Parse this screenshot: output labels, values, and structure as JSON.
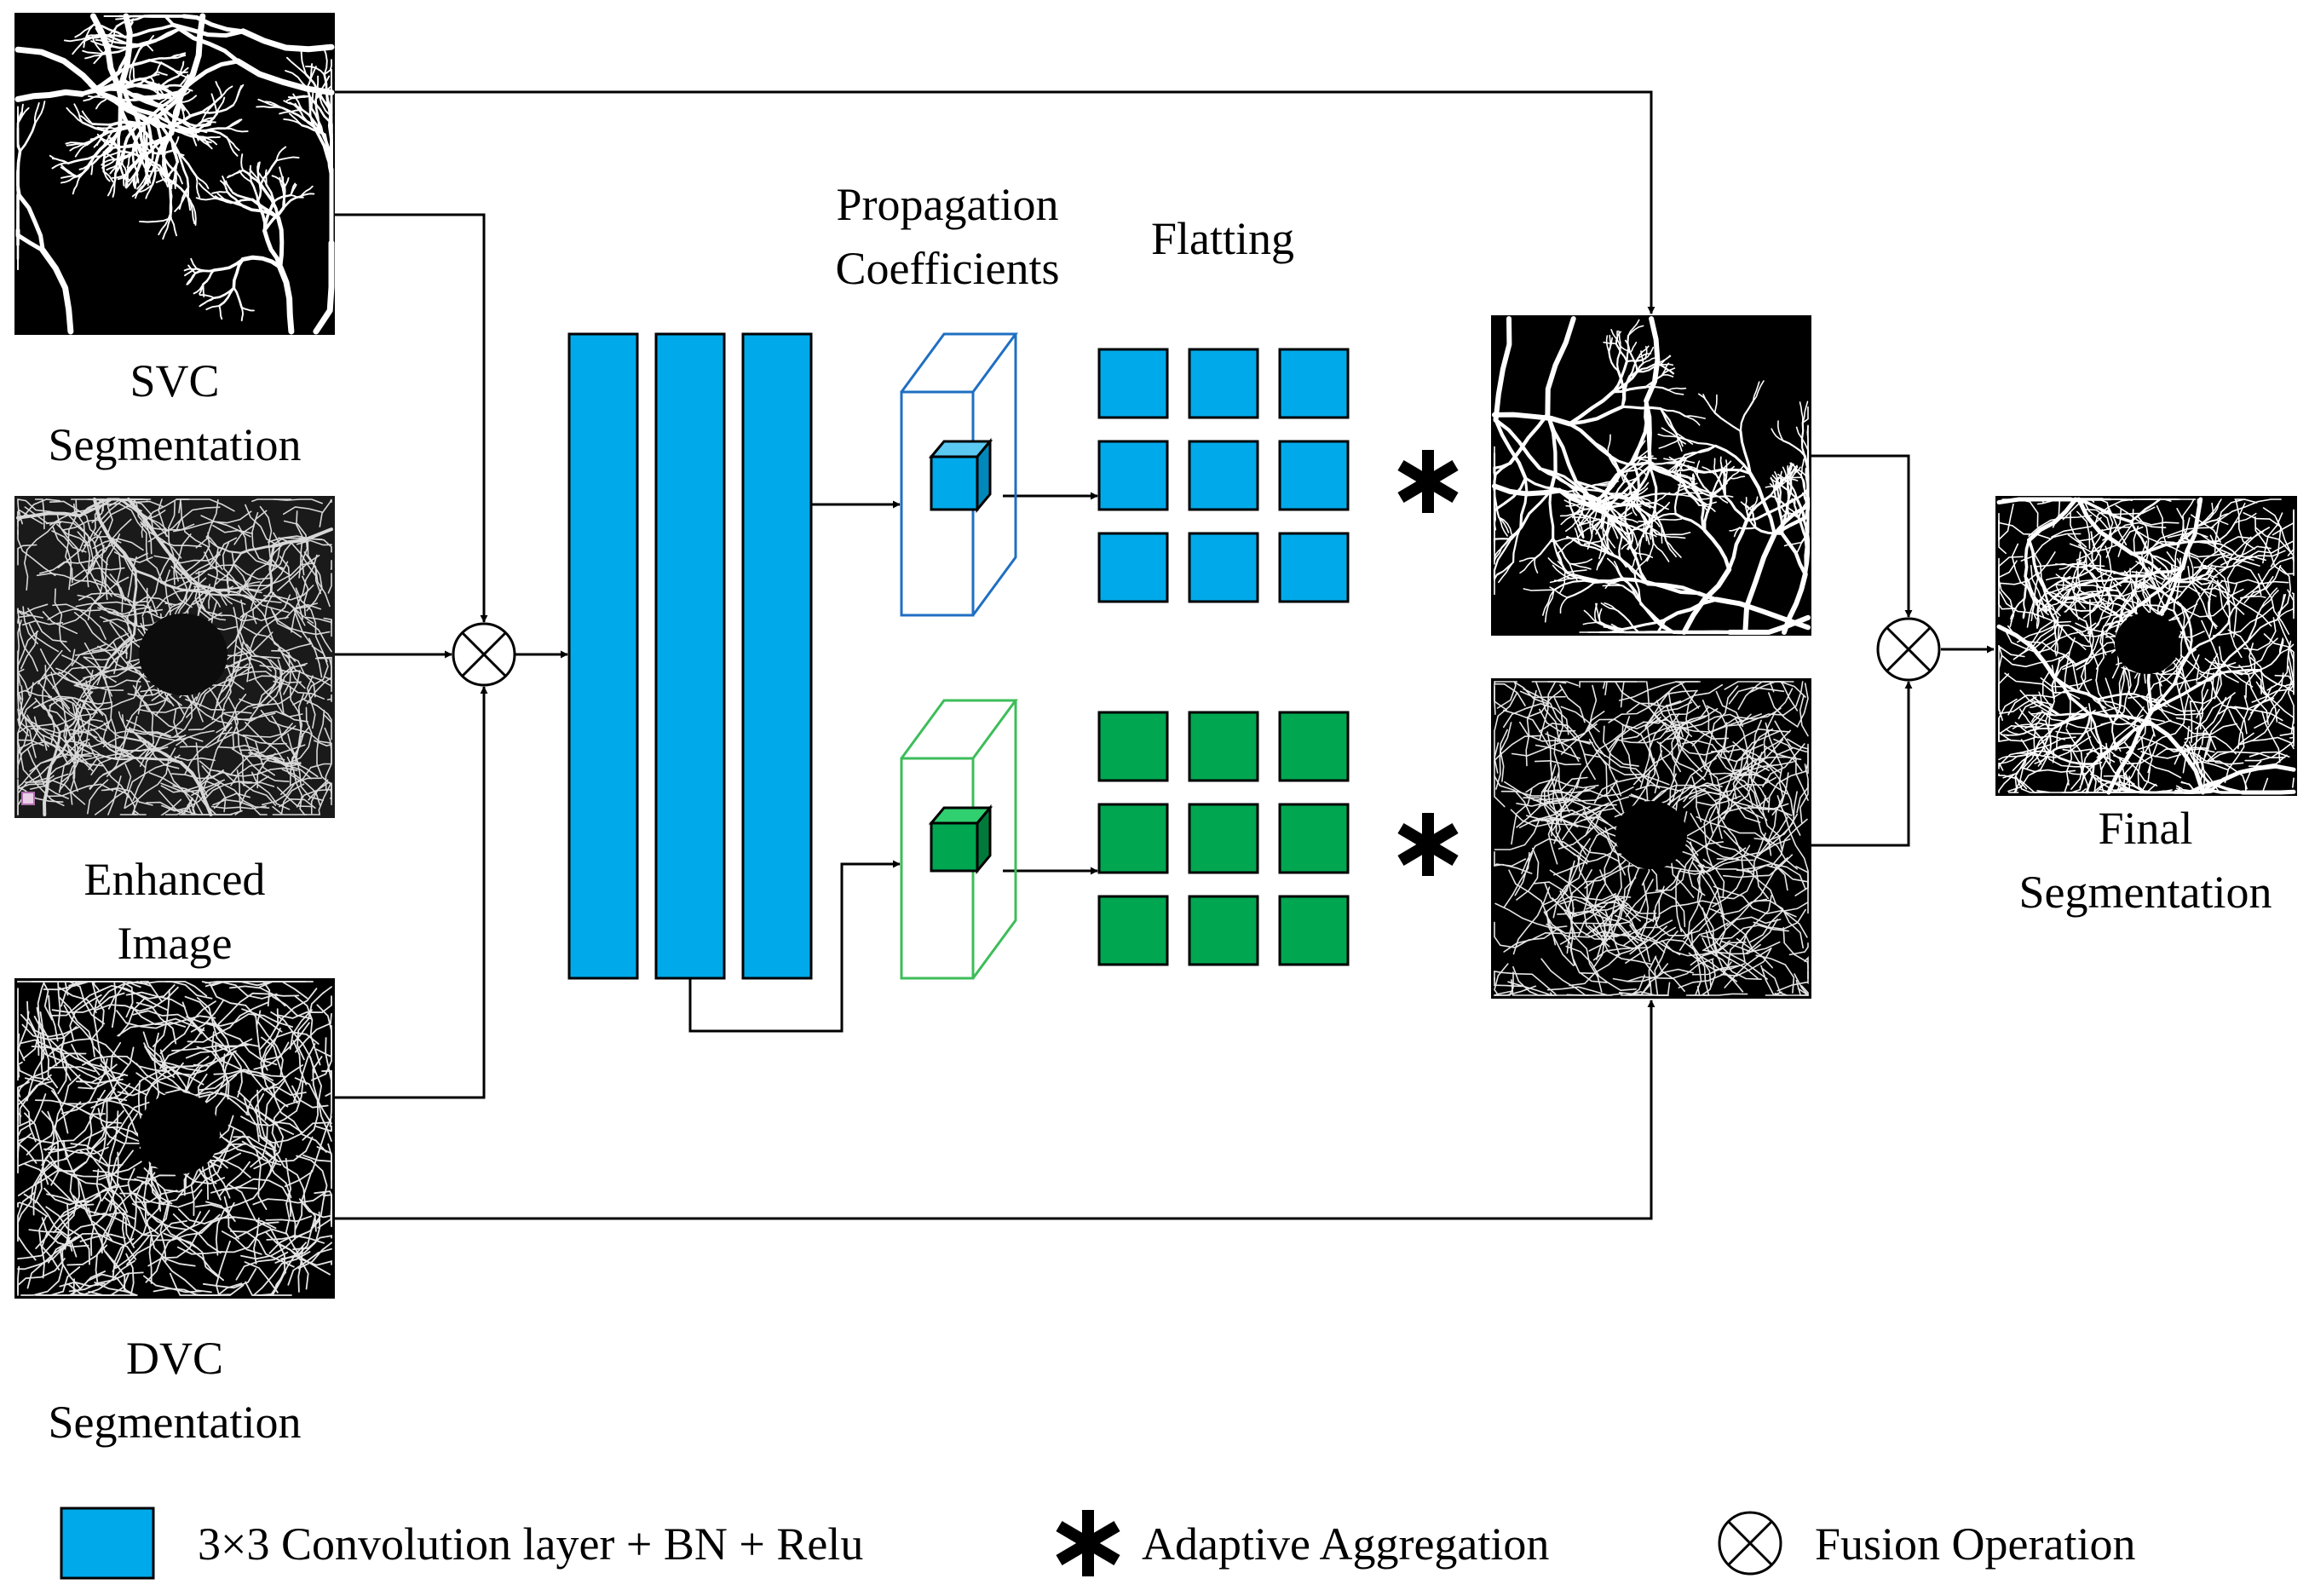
{
  "colors": {
    "blue": "#00aaea",
    "green": "#00a650",
    "blue_outline": "#1f6fc2",
    "green_outline": "#3dbd5a",
    "vessel_bg": "#000000",
    "vessel": "#ffffff",
    "enhanced_bg": "#1a1a1a",
    "line": "#000000"
  },
  "inputs": {
    "svc_label": [
      "SVC",
      "Segmentation"
    ],
    "enhanced_label": [
      "Enhanced",
      "Image"
    ],
    "dvc_label": [
      "DVC",
      "Segmentation"
    ]
  },
  "middle": {
    "propagation_label": [
      "Propagation",
      "Coefficients"
    ],
    "flatting_label": "Flatting"
  },
  "output": {
    "final_label": [
      "Final",
      "Segmentation"
    ]
  },
  "legend": {
    "conv_label": "3×3 Convolution layer + BN + Relu",
    "aggregation_label": "Adaptive Aggregation",
    "fusion_label": "Fusion Operation"
  },
  "icons": {
    "fusion": "circled-times-icon",
    "aggregation": "asterisk-icon",
    "conv": "blue-square-icon"
  }
}
